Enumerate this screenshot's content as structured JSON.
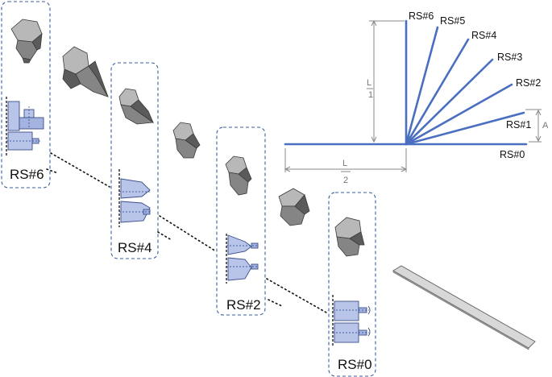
{
  "modules": [
    {
      "id": "rs6",
      "label": "RS#6"
    },
    {
      "id": "rs4",
      "label": "RS#4"
    },
    {
      "id": "rs2",
      "label": "RS#2"
    },
    {
      "id": "rs0",
      "label": "RS#0"
    }
  ],
  "fan": {
    "labels": [
      "RS#6",
      "RS#5",
      "RS#4",
      "RS#3",
      "RS#2",
      "RS#1",
      "RS#0"
    ],
    "color": "#4a6fc0"
  },
  "dimensions": {
    "vertical_L": "L",
    "vertical_frac": "1",
    "horizontal_L": "L",
    "horizontal_frac": "2",
    "angle": "A"
  },
  "colors": {
    "box_border": "#3a5fa0",
    "block_fill": "#b8c4e8",
    "gripper": "#7a7a7a",
    "strip": "#d4d4d4"
  }
}
